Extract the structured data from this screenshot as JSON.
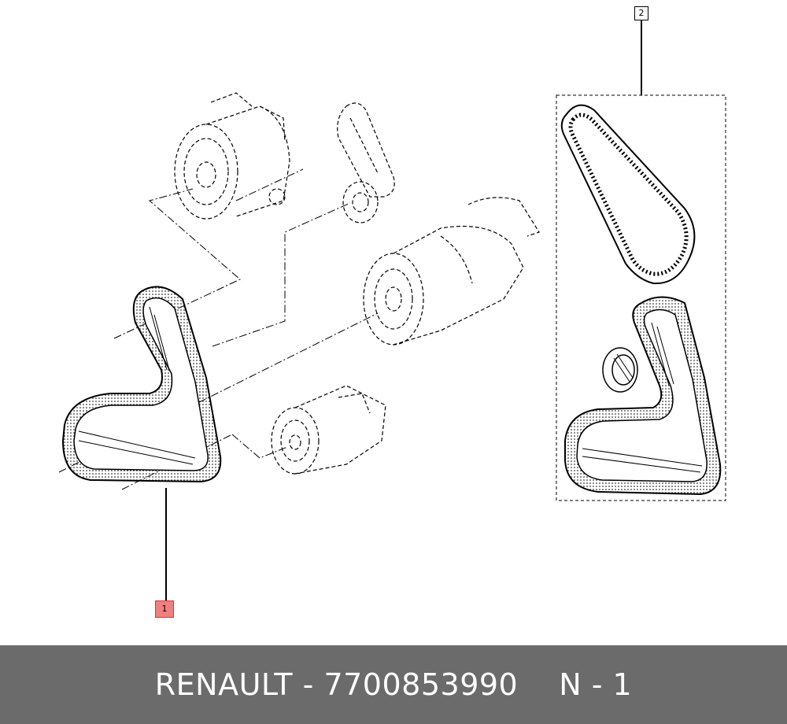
{
  "callouts": {
    "part_1": "1",
    "part_2": "2"
  },
  "footer": {
    "brand": "RENAULT",
    "separator": " - ",
    "part_number": "7700853990",
    "qty_label": "N - 1"
  },
  "colors": {
    "footer_bg": "#6b6b6b",
    "footer_text": "#ffffff",
    "callout_highlight": "#f08080",
    "line_art": "#000000"
  }
}
